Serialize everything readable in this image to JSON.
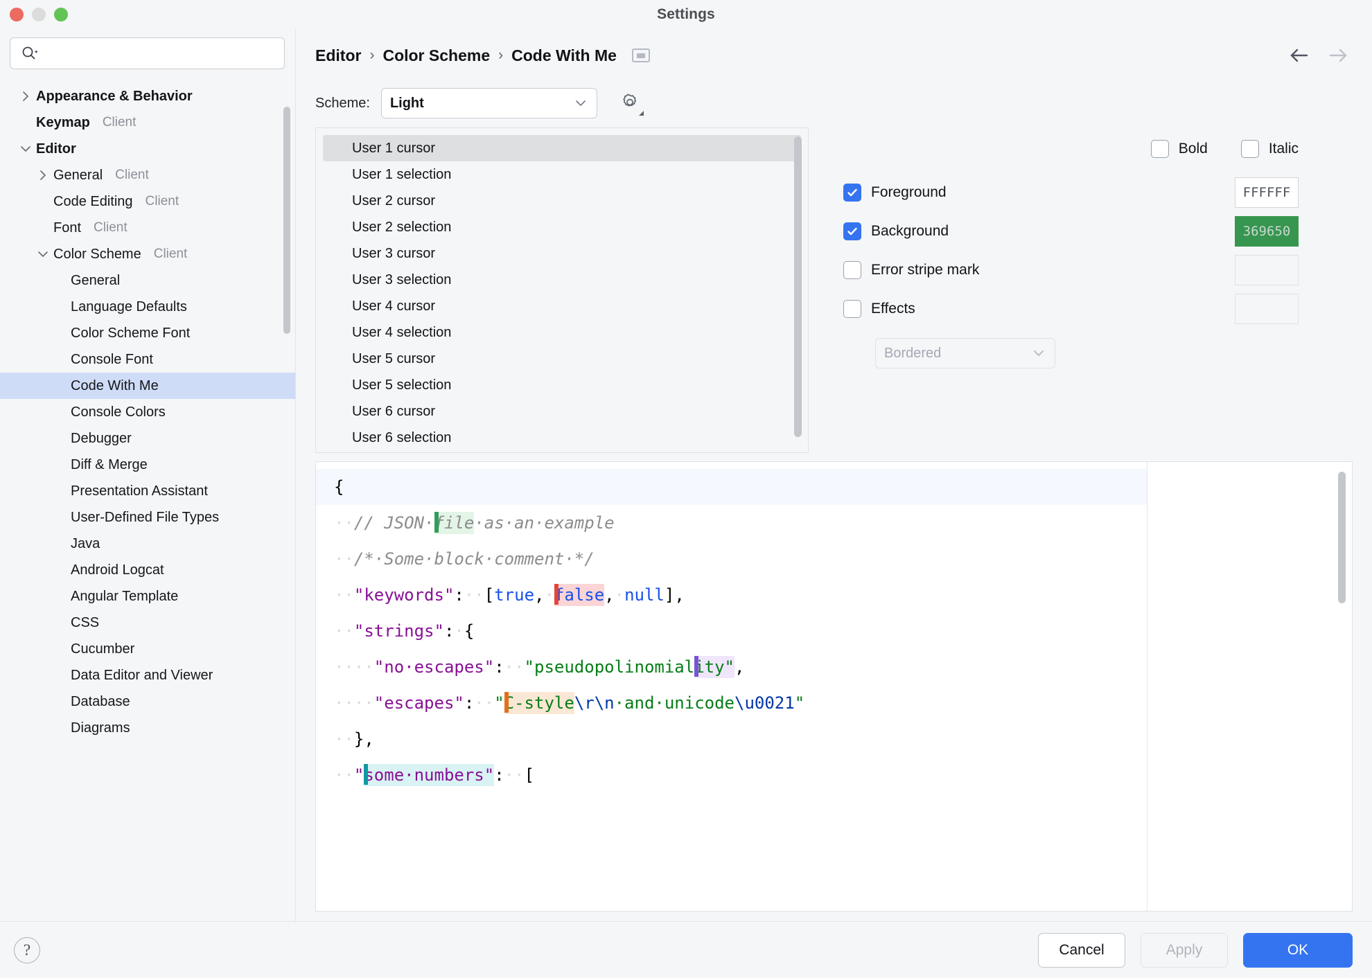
{
  "window": {
    "title": "Settings",
    "traffic_lights": [
      "close",
      "minimize",
      "zoom"
    ]
  },
  "sidebar": {
    "search": {
      "value": "",
      "placeholder": ""
    },
    "items": [
      {
        "label": "Appearance & Behavior",
        "tag": "",
        "indent": 0,
        "twisty": "right",
        "bold": true,
        "selected": false
      },
      {
        "label": "Keymap",
        "tag": "Client",
        "indent": 0,
        "twisty": "none",
        "bold": true,
        "selected": false
      },
      {
        "label": "Editor",
        "tag": "",
        "indent": 0,
        "twisty": "down",
        "bold": true,
        "selected": false
      },
      {
        "label": "General",
        "tag": "Client",
        "indent": 1,
        "twisty": "right",
        "bold": false,
        "selected": false
      },
      {
        "label": "Code Editing",
        "tag": "Client",
        "indent": 1,
        "twisty": "none",
        "bold": false,
        "selected": false
      },
      {
        "label": "Font",
        "tag": "Client",
        "indent": 1,
        "twisty": "none",
        "bold": false,
        "selected": false
      },
      {
        "label": "Color Scheme",
        "tag": "Client",
        "indent": 1,
        "twisty": "down",
        "bold": false,
        "selected": false
      },
      {
        "label": "General",
        "tag": "",
        "indent": 2,
        "twisty": "none",
        "bold": false,
        "selected": false
      },
      {
        "label": "Language Defaults",
        "tag": "",
        "indent": 2,
        "twisty": "none",
        "bold": false,
        "selected": false
      },
      {
        "label": "Color Scheme Font",
        "tag": "",
        "indent": 2,
        "twisty": "none",
        "bold": false,
        "selected": false
      },
      {
        "label": "Console Font",
        "tag": "",
        "indent": 2,
        "twisty": "none",
        "bold": false,
        "selected": false
      },
      {
        "label": "Code With Me",
        "tag": "",
        "indent": 2,
        "twisty": "none",
        "bold": false,
        "selected": true
      },
      {
        "label": "Console Colors",
        "tag": "",
        "indent": 2,
        "twisty": "none",
        "bold": false,
        "selected": false
      },
      {
        "label": "Debugger",
        "tag": "",
        "indent": 2,
        "twisty": "none",
        "bold": false,
        "selected": false
      },
      {
        "label": "Diff & Merge",
        "tag": "",
        "indent": 2,
        "twisty": "none",
        "bold": false,
        "selected": false
      },
      {
        "label": "Presentation Assistant",
        "tag": "",
        "indent": 2,
        "twisty": "none",
        "bold": false,
        "selected": false
      },
      {
        "label": "User-Defined File Types",
        "tag": "",
        "indent": 2,
        "twisty": "none",
        "bold": false,
        "selected": false
      },
      {
        "label": "Java",
        "tag": "",
        "indent": 2,
        "twisty": "none",
        "bold": false,
        "selected": false
      },
      {
        "label": "Android Logcat",
        "tag": "",
        "indent": 2,
        "twisty": "none",
        "bold": false,
        "selected": false
      },
      {
        "label": "Angular Template",
        "tag": "",
        "indent": 2,
        "twisty": "none",
        "bold": false,
        "selected": false
      },
      {
        "label": "CSS",
        "tag": "",
        "indent": 2,
        "twisty": "none",
        "bold": false,
        "selected": false
      },
      {
        "label": "Cucumber",
        "tag": "",
        "indent": 2,
        "twisty": "none",
        "bold": false,
        "selected": false
      },
      {
        "label": "Data Editor and Viewer",
        "tag": "",
        "indent": 2,
        "twisty": "none",
        "bold": false,
        "selected": false
      },
      {
        "label": "Database",
        "tag": "",
        "indent": 2,
        "twisty": "none",
        "bold": false,
        "selected": false
      },
      {
        "label": "Diagrams",
        "tag": "",
        "indent": 2,
        "twisty": "none",
        "bold": false,
        "selected": false
      }
    ]
  },
  "breadcrumb": {
    "crumbs": [
      "Editor",
      "Color Scheme",
      "Code With Me"
    ],
    "separator": "›",
    "badge": "client-badge-icon"
  },
  "nav": {
    "back": "back-arrow-icon",
    "forward": "forward-arrow-icon",
    "forward_disabled": true
  },
  "scheme": {
    "label": "Scheme:",
    "value": "Light",
    "gear": "gear-icon"
  },
  "attributes": {
    "items": [
      {
        "label": "User 1 cursor",
        "selected": true
      },
      {
        "label": "User 1 selection",
        "selected": false
      },
      {
        "label": "User 2 cursor",
        "selected": false
      },
      {
        "label": "User 2 selection",
        "selected": false
      },
      {
        "label": "User 3 cursor",
        "selected": false
      },
      {
        "label": "User 3 selection",
        "selected": false
      },
      {
        "label": "User 4 cursor",
        "selected": false
      },
      {
        "label": "User 4 selection",
        "selected": false
      },
      {
        "label": "User 5 cursor",
        "selected": false
      },
      {
        "label": "User 5 selection",
        "selected": false
      },
      {
        "label": "User 6 cursor",
        "selected": false
      },
      {
        "label": "User 6 selection",
        "selected": false
      }
    ]
  },
  "properties": {
    "bold": {
      "label": "Bold",
      "checked": false
    },
    "italic": {
      "label": "Italic",
      "checked": false
    },
    "foreground": {
      "label": "Foreground",
      "checked": true,
      "value": "FFFFFF",
      "swatch": "#ffffff",
      "text_color": "#4e535b"
    },
    "background": {
      "label": "Background",
      "checked": true,
      "value": "369650",
      "swatch": "#369650",
      "text_color": "#c8d8cd"
    },
    "error_stripe_mark": {
      "label": "Error stripe mark",
      "checked": false,
      "value": "",
      "swatch": ""
    },
    "effects": {
      "label": "Effects",
      "checked": false,
      "value": "",
      "swatch": ""
    },
    "effect_type": {
      "value": "Bordered",
      "disabled": true
    }
  },
  "preview": {
    "lines": [
      {
        "caret_line": true,
        "tokens": [
          {
            "t": "{",
            "c": "punct"
          }
        ]
      },
      {
        "caret_line": false,
        "tokens": [
          {
            "t": "··",
            "c": "ws"
          },
          {
            "t": "// JSON·",
            "c": "cmt"
          },
          {
            "t": "",
            "c": "cursor",
            "color": "#2e9e5b"
          },
          {
            "t": "file",
            "c": "cmt",
            "sel": "#e3f5e6"
          },
          {
            "t": "·as·an·example",
            "c": "cmt"
          }
        ]
      },
      {
        "caret_line": false,
        "tokens": [
          {
            "t": "··",
            "c": "ws"
          },
          {
            "t": "/*·Some·block·comment·*/",
            "c": "cmt"
          }
        ]
      },
      {
        "caret_line": false,
        "tokens": [
          {
            "t": "··",
            "c": "ws"
          },
          {
            "t": "\"keywords\"",
            "c": "key"
          },
          {
            "t": ":",
            "c": "punct"
          },
          {
            "t": "··",
            "c": "ws"
          },
          {
            "t": "[",
            "c": "punct"
          },
          {
            "t": "true",
            "c": "kw"
          },
          {
            "t": ",",
            "c": "punct"
          },
          {
            "t": "·",
            "c": "ws"
          },
          {
            "t": "",
            "c": "cursor",
            "color": "#e5443a"
          },
          {
            "t": "false",
            "c": "kw",
            "sel": "#fbd5d5"
          },
          {
            "t": ",",
            "c": "punct"
          },
          {
            "t": "·",
            "c": "ws"
          },
          {
            "t": "null",
            "c": "kw"
          },
          {
            "t": "],",
            "c": "punct"
          }
        ]
      },
      {
        "caret_line": false,
        "tokens": [
          {
            "t": "··",
            "c": "ws"
          },
          {
            "t": "\"strings\"",
            "c": "key"
          },
          {
            "t": ":",
            "c": "punct"
          },
          {
            "t": "·",
            "c": "ws"
          },
          {
            "t": "{",
            "c": "punct"
          }
        ]
      },
      {
        "caret_line": false,
        "tokens": [
          {
            "t": "····",
            "c": "ws"
          },
          {
            "t": "\"no·escapes\"",
            "c": "key"
          },
          {
            "t": ":",
            "c": "punct"
          },
          {
            "t": "··",
            "c": "ws"
          },
          {
            "t": "\"pseudopolinomial",
            "c": "str"
          },
          {
            "t": "",
            "c": "cursor",
            "color": "#7a52d6"
          },
          {
            "t": "ity\"",
            "c": "str",
            "sel": "#efe6fb"
          },
          {
            "t": ",",
            "c": "punct"
          }
        ]
      },
      {
        "caret_line": false,
        "tokens": [
          {
            "t": "····",
            "c": "ws"
          },
          {
            "t": "\"escapes\"",
            "c": "key"
          },
          {
            "t": ":",
            "c": "punct"
          },
          {
            "t": "··",
            "c": "ws"
          },
          {
            "t": "\"",
            "c": "str"
          },
          {
            "t": "",
            "c": "cursor",
            "color": "#e2701a"
          },
          {
            "t": "C-style",
            "c": "str",
            "sel": "#fbe7d5"
          },
          {
            "t": "\\r\\n",
            "c": "esc"
          },
          {
            "t": "·and·unicode",
            "c": "str"
          },
          {
            "t": "\\u0021",
            "c": "esc"
          },
          {
            "t": "\"",
            "c": "str"
          }
        ]
      },
      {
        "caret_line": false,
        "tokens": [
          {
            "t": "··",
            "c": "ws"
          },
          {
            "t": "},",
            "c": "punct"
          }
        ]
      },
      {
        "caret_line": false,
        "tokens": [
          {
            "t": "··",
            "c": "ws"
          },
          {
            "t": "\"",
            "c": "key"
          },
          {
            "t": "",
            "c": "cursor",
            "color": "#0f9aa0"
          },
          {
            "t": "some·numbers\"",
            "c": "key",
            "sel": "#d9f2f4"
          },
          {
            "t": ":",
            "c": "punct"
          },
          {
            "t": "··",
            "c": "ws"
          },
          {
            "t": "[",
            "c": "punct"
          }
        ]
      }
    ]
  },
  "footer": {
    "help": "?",
    "cancel": "Cancel",
    "apply": "Apply",
    "apply_disabled": true,
    "ok": "OK"
  },
  "colors": {
    "accent": "#3574f0",
    "selection_blue": "#cfdcf7",
    "background_swatch": "#369650"
  }
}
